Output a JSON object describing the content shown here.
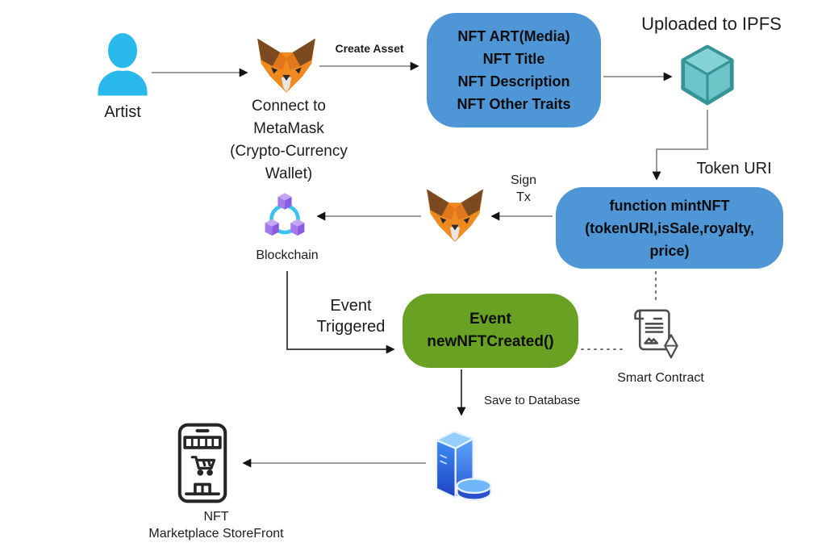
{
  "colors": {
    "box_blue": "#4e96d6",
    "box_green": "#69a223",
    "artist_cyan": "#29b9ea",
    "line_gray": "#8f8f8f",
    "line_dark": "#4a4a4a",
    "fox_orange": "#ee8a1e",
    "ipfs_teal": "#6cc5c7",
    "blockchain_purple": "#9a6fe8",
    "database_blue": "#3b82f6"
  },
  "nodes": {
    "artist": {
      "label": "Artist"
    },
    "metamask_wallet": {
      "label": "Connect to\nMetaMask\n(Crypto-Currency\nWallet)"
    },
    "nft_details": {
      "text": "NFT ART(Media)\nNFT Title\nNFT Description\nNFT Other Traits"
    },
    "ipfs": {
      "label": "Uploaded to IPFS"
    },
    "mint_function": {
      "text": "function mintNFT\n(tokenURI,isSale,royalty,\nprice)"
    },
    "blockchain": {
      "label": "Blockchain"
    },
    "event_created": {
      "text": "Event\nnewNFTCreated()"
    },
    "smart_contract": {
      "label": "Smart Contract"
    },
    "marketplace": {
      "label": "NFT\nMarketplace StoreFront"
    }
  },
  "edge_labels": {
    "create_asset": "Create Asset",
    "token_uri": "Token URI",
    "sign_tx": "Sign\nTx",
    "event_triggered": "Event\nTriggered",
    "save_to_database": "Save to Database"
  },
  "icons": {
    "artist": "person-icon",
    "wallet": "metamask-fox-icon",
    "ipfs": "ipfs-cube-icon",
    "blockchain": "blockchain-cubes-icon",
    "smart_contract": "smart-contract-document-icon",
    "database": "database-server-icon",
    "marketplace": "storefront-phone-icon"
  }
}
